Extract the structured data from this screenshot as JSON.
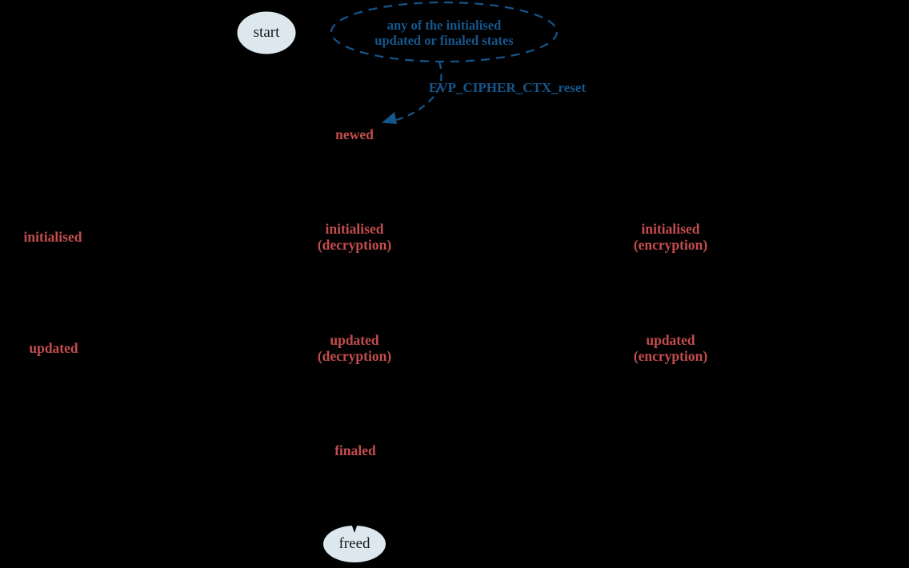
{
  "diagram": {
    "type": "state-machine",
    "background": "#000000",
    "colors": {
      "state_text": "#c44d4d",
      "accent_blue": "#15568c",
      "node_fill": "#dce8ee",
      "node_text": "#1b1b1b"
    },
    "nodes": {
      "start": {
        "label": "start"
      },
      "any_states": {
        "line1": "any of the initialised",
        "line2": "updated or finaled states"
      },
      "newed": {
        "label": "newed"
      },
      "initialised": {
        "label": "initialised"
      },
      "initialised_decryption": {
        "line1": "initialised",
        "line2": "(decryption)"
      },
      "initialised_encryption": {
        "line1": "initialised",
        "line2": "(encryption)"
      },
      "updated": {
        "label": "updated"
      },
      "updated_decryption": {
        "line1": "updated",
        "line2": "(decryption)"
      },
      "updated_encryption": {
        "line1": "updated",
        "line2": "(encryption)"
      },
      "finaled": {
        "label": "finaled"
      },
      "freed": {
        "label": "freed"
      }
    },
    "edges": {
      "reset_label": "EVP_CIPHER_CTX_reset"
    }
  }
}
